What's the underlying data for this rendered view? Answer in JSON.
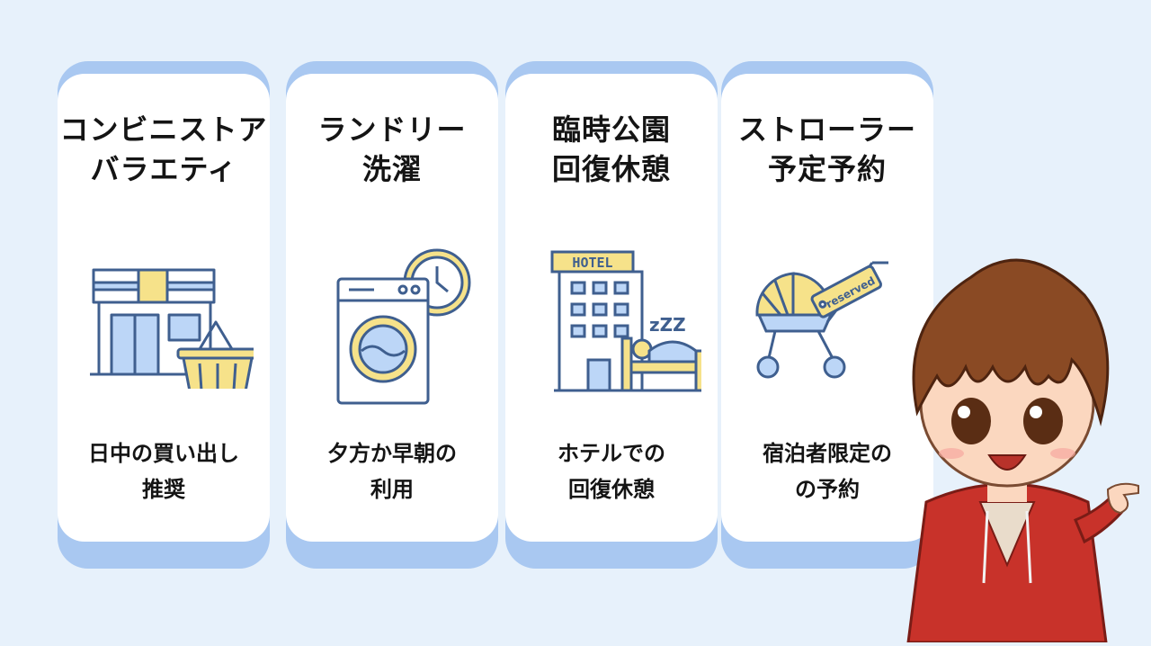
{
  "cards": [
    {
      "title": [
        "コンビニストア",
        "バラエティ"
      ],
      "icon": "convenience-store-with-basket",
      "desc": [
        "日中の買い出し",
        "推奨"
      ]
    },
    {
      "title": [
        "ランドリー",
        "洗濯"
      ],
      "icon": "washing-machine-with-clock",
      "desc": [
        "夕方か早朝の",
        "利用"
      ]
    },
    {
      "title": [
        "臨時公園",
        "回復休憩"
      ],
      "icon": "hotel-with-sleeping-person",
      "icon_text": "HOTEL",
      "sleep_text": "zZZ",
      "desc": [
        "ホテルでの",
        "回復休憩"
      ]
    },
    {
      "title": [
        "ストローラー",
        "予定予約"
      ],
      "icon": "stroller-with-reserved-tag",
      "icon_text": "reserved",
      "desc": [
        "宿泊者限定の",
        "の予約"
      ]
    }
  ],
  "colors": {
    "background": "#e7f1fb",
    "card_back": "#a9c8f1",
    "card": "#ffffff",
    "icon_line": "#3f5f8f",
    "icon_yellow": "#f6e28a",
    "icon_blue": "#bcd6f7",
    "mascot_hair": "#8a4a24",
    "mascot_hoodie": "#c8322a"
  },
  "mascot": "chibi-boy-pointing-left"
}
